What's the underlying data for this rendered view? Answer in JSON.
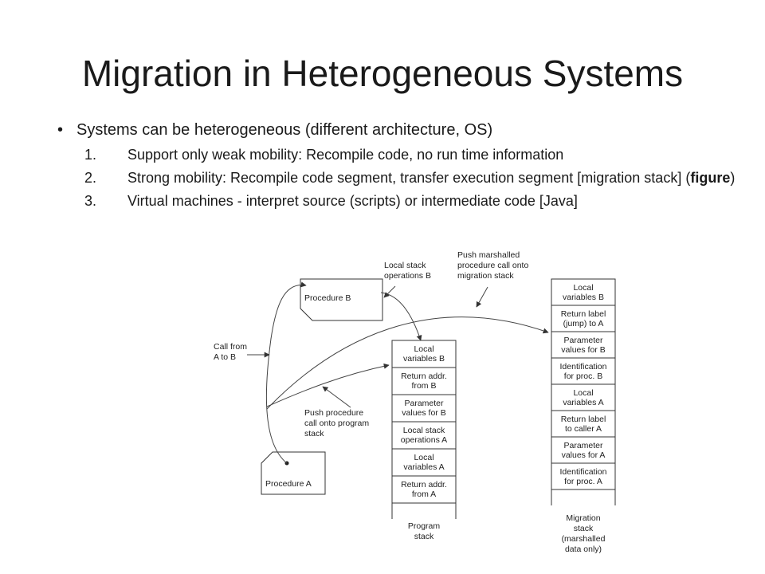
{
  "slide": {
    "title": "Migration in Heterogeneous Systems",
    "bullet": "Systems can be heterogeneous (different architecture, OS)",
    "items": [
      {
        "num": "1.",
        "text": "Support only weak mobility: Recompile code, no run time information"
      },
      {
        "num": "2.",
        "text_before": "Strong mobility: Recompile code segment, transfer execution segment [migration stack] (",
        "bold": "figure",
        "text_after": ")"
      },
      {
        "num": "3.",
        "text": "Virtual machines - interpret source (scripts) or intermediate code [Java]"
      }
    ]
  },
  "figure": {
    "procedure_b": "Procedure B",
    "procedure_a": "Procedure A",
    "local_stack_ops_b": [
      "Local stack",
      "operations B"
    ],
    "push_marshalled": [
      "Push marshalled",
      "procedure call onto",
      "migration stack"
    ],
    "call_from": [
      "Call from",
      "A to B"
    ],
    "push_procedure": [
      "Push procedure",
      "call onto program",
      "stack"
    ],
    "program_stack_cells": [
      [
        "Local",
        "variables B"
      ],
      [
        "Return addr.",
        "from B"
      ],
      [
        "Parameter",
        "values for B"
      ],
      [
        "Local stack",
        "operations A"
      ],
      [
        "Local",
        "variables A"
      ],
      [
        "Return addr.",
        "from A"
      ]
    ],
    "program_stack_label": [
      "Program",
      "stack"
    ],
    "migration_stack_cells": [
      [
        "Local",
        "variables B"
      ],
      [
        "Return label",
        "(jump) to A"
      ],
      [
        "Parameter",
        "values for B"
      ],
      [
        "Identification",
        "for proc. B"
      ],
      [
        "Local",
        "variables A"
      ],
      [
        "Return label",
        "to caller A"
      ],
      [
        "Parameter",
        "values for A"
      ],
      [
        "Identification",
        "for proc. A"
      ]
    ],
    "migration_stack_label": [
      "Migration",
      "stack",
      "(marshalled",
      "data only)"
    ]
  }
}
